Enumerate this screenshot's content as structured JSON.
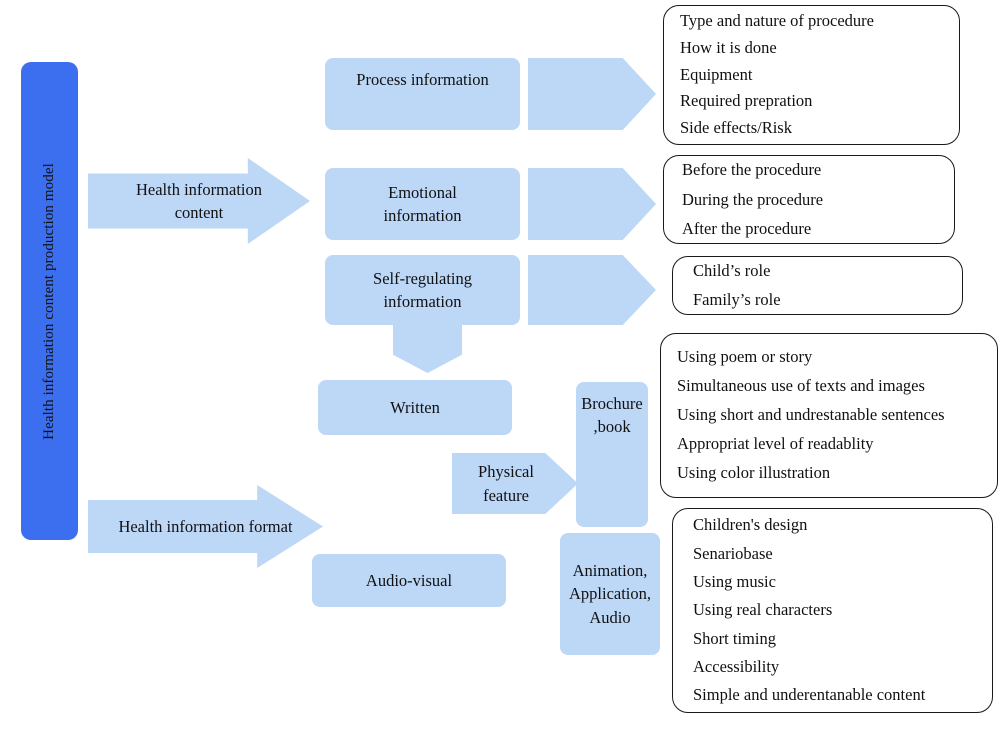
{
  "diagram": {
    "title_bar": {
      "label": "Health information content production model",
      "color": "#3C6FF0"
    },
    "palette": {
      "light_blue": "#BDD7F7",
      "dark_blue": "#3C6FF0",
      "outline": "#1a1a1a"
    },
    "branch_arrows": [
      {
        "label": "Health information content"
      },
      {
        "label": "Health information format"
      }
    ],
    "content_nodes": [
      {
        "label": "Process information"
      },
      {
        "label": "Emotional information"
      },
      {
        "label": "Self-regulating information"
      }
    ],
    "format_nodes": [
      {
        "label": "Written"
      },
      {
        "label": "Audio-visual"
      }
    ],
    "media_nodes": [
      {
        "label": "Brochure ,book"
      },
      {
        "label": "Animation, Application, Audio"
      }
    ],
    "physical_feature_arrow": {
      "label": "Physical feature"
    },
    "detail_boxes": [
      {
        "name": "process-information-details",
        "items": [
          "Type and nature of procedure",
          "How it is done",
          "Equipment",
          "Required prepration",
          "Side effects/Risk"
        ]
      },
      {
        "name": "emotional-information-details",
        "items": [
          "Before  the procedure",
          "During the procedure",
          "After the procedure"
        ]
      },
      {
        "name": "self-regulating-information-details",
        "items": [
          "Child’s role",
          "Family’s role"
        ]
      },
      {
        "name": "written-media-details",
        "items": [
          "Using poem or story",
          "Simultaneous use of texts and images",
          "Using short and undrestanable sentences",
          "Appropriat level of readablity",
          "Using color illustration"
        ]
      },
      {
        "name": "audio-visual-media-details",
        "items": [
          "Children's design",
          "Senariobase",
          "Using music",
          "Using real characters",
          "Short timing",
          "Accessibility",
          "Simple and underentanable content"
        ]
      }
    ]
  }
}
